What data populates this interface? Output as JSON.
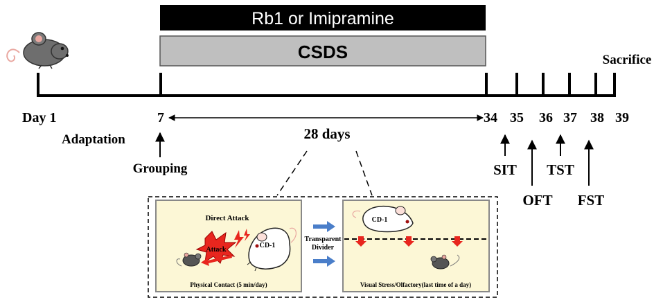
{
  "treatment_bar": {
    "label": "Rb1 or Imipramine",
    "color": "#000000",
    "text_color": "#ffffff"
  },
  "csds_bar": {
    "label": "CSDS",
    "color": "#bfbfbf",
    "text_color": "#000000"
  },
  "timeline": {
    "end_label": "Sacrifice",
    "days": [
      {
        "label": "Day 1",
        "day": 1
      },
      {
        "label": "7",
        "day": 7
      },
      {
        "label": "34",
        "day": 34
      },
      {
        "label": "35",
        "day": 35
      },
      {
        "label": "36",
        "day": 36
      },
      {
        "label": "37",
        "day": 37
      },
      {
        "label": "38",
        "day": 38
      },
      {
        "label": "39",
        "day": 39
      }
    ],
    "adaptation_label": "Adaptation",
    "grouping_label": "Grouping",
    "duration_label": "28 days"
  },
  "tests": [
    {
      "label": "SIT"
    },
    {
      "label": "OFT"
    },
    {
      "label": "TST"
    },
    {
      "label": "FST"
    }
  ],
  "inset": {
    "left_panel": {
      "title": "Direct Attack",
      "attack_label": "Attack",
      "intruder_label": "CD-1",
      "caption": "Physical Contact (5 min/day)"
    },
    "divider_label_line1": "Transparent",
    "divider_label_line2": "Divider",
    "right_panel": {
      "intruder_label": "CD-1",
      "caption": "Visual Stress/Olfactory(last time of a day)"
    },
    "panel_bg": "#fcf7d6",
    "accent_blue": "#4a7ec9",
    "accent_red": "#e8261e"
  }
}
